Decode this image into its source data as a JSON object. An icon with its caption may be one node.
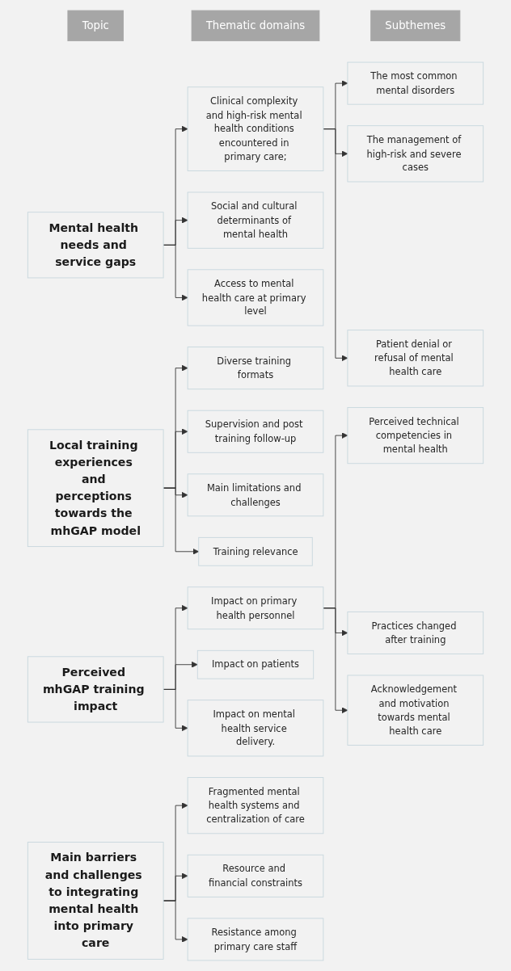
{
  "diagram": {
    "nodes": [
      {
        "text": [
          "Topic"
        ]
      },
      {
        "text": [
          "Thematic domains"
        ]
      },
      {
        "text": [
          "Subthemes"
        ]
      },
      {
        "text": [
          "Mental health needs and service gaps"
        ]
      },
      {
        "text": [
          "Clinical complexity and high-risk mental health conditions encountered in primary care;"
        ]
      },
      {
        "text": [
          "The most common mental disorders"
        ]
      },
      {
        "text": [
          "The management of high-risk and severe cases"
        ]
      },
      {
        "text": [
          "Patient denial or refusal of mental health care"
        ]
      },
      {
        "text": [
          "Social and cultural determinants of mental health"
        ]
      },
      {
        "text": [
          "Access to mental health care at primary level"
        ]
      },
      {
        "text": [
          "Local training experiences and perceptions towards the mhGAP model"
        ]
      },
      {
        "text": [
          "Diverse training formats"
        ]
      },
      {
        "text": [
          "Supervision and post training follow-up"
        ]
      },
      {
        "text": [
          "Main limitations and challenges"
        ]
      },
      {
        "text": [
          "Training relevance"
        ]
      },
      {
        "text": [
          "Perceived mhGAP training impact"
        ]
      },
      {
        "text": [
          "Impact on primary health personnel"
        ]
      },
      {
        "text": [
          "Perceived technical competencies in mental health"
        ]
      },
      {
        "text": [
          "Practices changed after training"
        ]
      },
      {
        "text": [
          "Acknowledgement and motivation towards mental health care"
        ]
      },
      {
        "text": [
          "Impact on patients"
        ]
      },
      {
        "text": [
          "Impact on mental health service delivery."
        ]
      },
      {
        "text": [
          "Main barriers and challenges to integrating mental health into primary care"
        ]
      },
      {
        "text": [
          "Fragmented mental health systems and centralization of care"
        ]
      },
      {
        "text": [
          "Resource and financial constraints"
        ]
      },
      {
        "text": [
          "Resistance among primary care staff"
        ]
      }
    ],
    "edges": [
      {
        "from": 3,
        "to": 4,
        "arrow": "to"
      },
      {
        "from": 4,
        "to": 5,
        "arrow": "to"
      },
      {
        "from": 4,
        "to": 6,
        "arrow": "to"
      },
      {
        "from": 4,
        "to": 7,
        "arrow": "to"
      },
      {
        "from": 3,
        "to": 8,
        "arrow": "to"
      },
      {
        "from": 3,
        "to": 9,
        "arrow": "to"
      },
      {
        "from": 10,
        "to": 11,
        "arrow": "to"
      },
      {
        "from": 10,
        "to": 12,
        "arrow": "to"
      },
      {
        "from": 10,
        "to": 13,
        "arrow": "to"
      },
      {
        "from": 10,
        "to": 14,
        "arrow": "to"
      },
      {
        "from": 15,
        "to": 16,
        "arrow": "to"
      },
      {
        "from": 16,
        "to": 17,
        "arrow": "to"
      },
      {
        "from": 16,
        "to": 18,
        "arrow": "to"
      },
      {
        "from": 16,
        "to": 19,
        "arrow": "to"
      },
      {
        "from": 15,
        "to": 20,
        "arrow": "to"
      },
      {
        "from": 15,
        "to": 21,
        "arrow": "to"
      },
      {
        "from": 22,
        "to": 23,
        "arrow": "to"
      },
      {
        "from": 22,
        "to": 24,
        "arrow": "to"
      },
      {
        "from": 22,
        "to": 25,
        "arrow": "to"
      }
    ]
  }
}
